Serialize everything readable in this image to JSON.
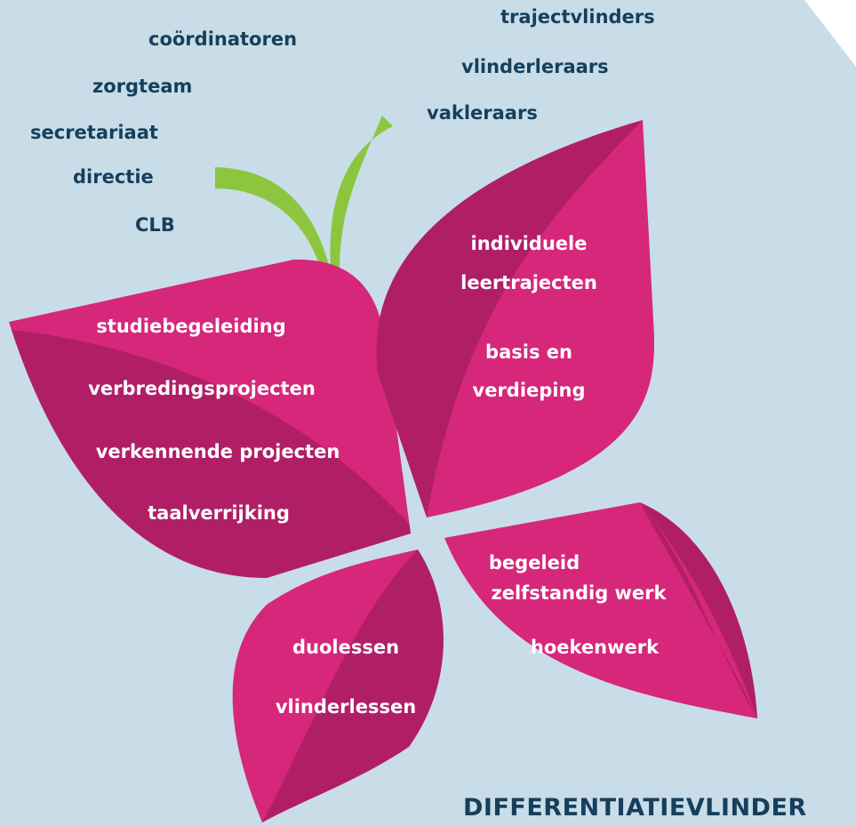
{
  "colors": {
    "background": "#c8dde8",
    "corner": "#ffffff",
    "wing_main": "#d6277a",
    "wing_shade": "#b01f66",
    "antenna": "#8cc63f",
    "role_text": "#163f5c",
    "wing_text": "#ffffff"
  },
  "roles_left": [
    "coördinatoren",
    "zorgteam",
    "secretariaat",
    "directie",
    "CLB"
  ],
  "roles_right": [
    "trajectvlinders",
    "vlinderleraars",
    "vakleraars"
  ],
  "wings": {
    "top_right": [
      "individuele",
      "leertrajecten",
      "basis en",
      "verdieping"
    ],
    "top_left": [
      "studiebegeleiding",
      "verbredingsprojecten",
      "verkennende projecten",
      "taalverrijking"
    ],
    "bottom_right": [
      "begeleid",
      "zelfstandig werk",
      "hoekenwerk"
    ],
    "bottom_left": [
      "duolessen",
      "vlinderlessen"
    ]
  },
  "title": "DIFFERENTIATIEVLINDER"
}
